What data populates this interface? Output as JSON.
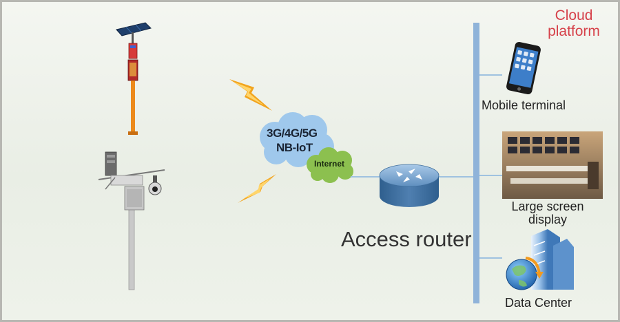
{
  "cloud_platform": {
    "line1": "Cloud",
    "line2": "platform"
  },
  "network": {
    "line1": "3G/4G/5G",
    "line2": "NB-IoT",
    "internet": "Internet"
  },
  "router": {
    "label": "Access router"
  },
  "terminals": {
    "mobile": "Mobile terminal",
    "large_screen_line1": "Large screen",
    "large_screen_line2": "display",
    "data_center": "Data Center"
  },
  "colors": {
    "cloud_title": "#d6414a",
    "bus_line": "#8fb3d9",
    "connector": "#9fc2e0",
    "network_cloud": "#9fc8ec",
    "internet_cloud": "#8cc04f",
    "router": "#5f8fbf",
    "lightning": "#f2a41e",
    "monitoring_pole": "#ec8a1c"
  },
  "icons": [
    "lightning-icon",
    "router-icon",
    "smartphone-icon",
    "monitoring-room-image",
    "data-center-icon",
    "solar-panel-icon",
    "camera-icon"
  ]
}
